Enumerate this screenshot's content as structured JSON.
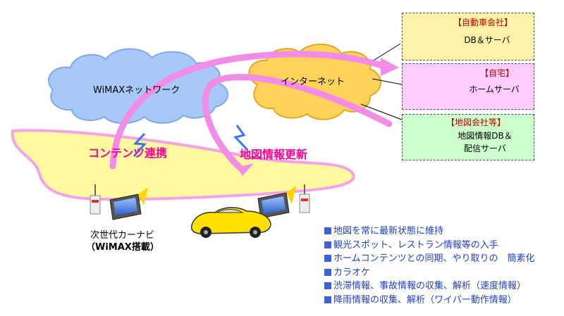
{
  "clouds": {
    "wimax": "WiMAXネットワーク",
    "internet": "インターネット"
  },
  "servers": [
    {
      "tag": "【自動車会社】",
      "name": "DB＆サーバ",
      "fill": "#fff2a8"
    },
    {
      "tag": "【自宅】",
      "name": "ホームサーバ",
      "fill": "#ffccff"
    },
    {
      "tag": "【地図会社等】",
      "name_lines": [
        "地図情報DB＆",
        "配信サーバ"
      ],
      "fill": "#ccffcc"
    }
  ],
  "flows": {
    "content_sync": "コンテンツ連携",
    "map_update": "地図情報更新"
  },
  "car_navi": {
    "line1": "次世代カーナビ",
    "line2": "（WiMAX搭載）"
  },
  "features": [
    "地図を常に最新状態に維持",
    "観光スポット、レストラン情報等の入手",
    "ホームコンテンツとの同期、やり取りの　簡素化",
    "カラオケ",
    "渋滞情報、事故情報の収集、解析（速度情報）",
    "降雨情報の収集、解析（ワイパー動作情報）"
  ],
  "colors": {
    "road": "#fffaa0",
    "road_border": "#f5a3e6",
    "arrow": "#f28ce6",
    "cloud_wimax": "#a8c8f8",
    "cloud_internet": "#ffd35a",
    "text_flow": "#ff0090",
    "text_features": "#1f3fc9",
    "server_tag": "#c00000"
  }
}
